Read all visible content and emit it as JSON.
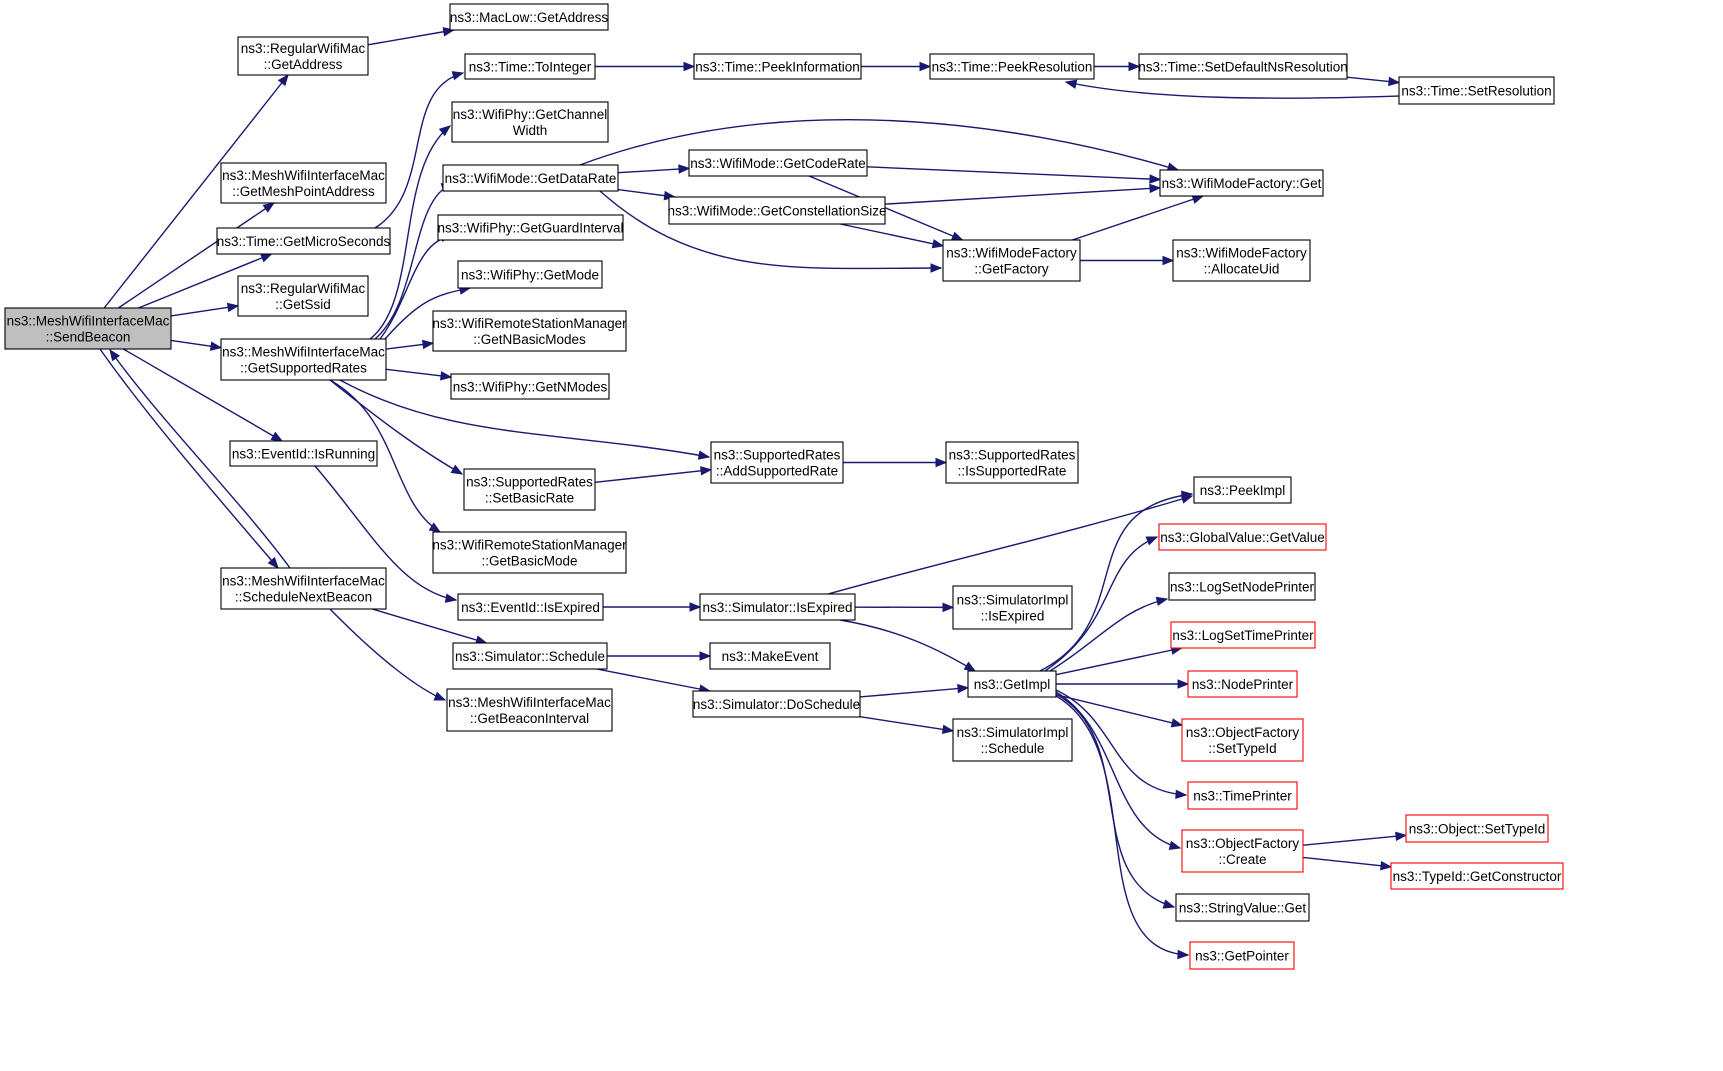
{
  "colors": {
    "edge": "#191970",
    "root_fill": "#bfbfbf",
    "truncated_border": "#ff0000",
    "border": "#000000"
  },
  "nodes": [
    {
      "id": "send_beacon",
      "lines": [
        "ns3::MeshWifiInterfaceMac",
        "::SendBeacon"
      ],
      "root": true
    },
    {
      "id": "rwm_getaddress",
      "lines": [
        "ns3::RegularWifiMac",
        "::GetAddress"
      ]
    },
    {
      "id": "maclow_getaddress",
      "lines": [
        "ns3::MacLow::GetAddress"
      ]
    },
    {
      "id": "mwim_getmeshpointaddress",
      "lines": [
        "ns3::MeshWifiInterfaceMac",
        "::GetMeshPointAddress"
      ]
    },
    {
      "id": "time_getmicroseconds",
      "lines": [
        "ns3::Time::GetMicroSeconds"
      ]
    },
    {
      "id": "rwm_getssid",
      "lines": [
        "ns3::RegularWifiMac",
        "::GetSsid"
      ]
    },
    {
      "id": "mwim_getsupportedrates",
      "lines": [
        "ns3::MeshWifiInterfaceMac",
        "::GetSupportedRates"
      ]
    },
    {
      "id": "eventid_isrunning",
      "lines": [
        "ns3::EventId::IsRunning"
      ]
    },
    {
      "id": "mwim_schedulenextbeacon",
      "lines": [
        "ns3::MeshWifiInterfaceMac",
        "::ScheduleNextBeacon"
      ]
    },
    {
      "id": "time_tointeger",
      "lines": [
        "ns3::Time::ToInteger"
      ]
    },
    {
      "id": "time_peekinformation",
      "lines": [
        "ns3::Time::PeekInformation"
      ]
    },
    {
      "id": "time_peekresolution",
      "lines": [
        "ns3::Time::PeekResolution"
      ]
    },
    {
      "id": "time_setdefaultnsresolution",
      "lines": [
        "ns3::Time::SetDefaultNsResolution"
      ]
    },
    {
      "id": "time_setresolution",
      "lines": [
        "ns3::Time::SetResolution"
      ]
    },
    {
      "id": "wifiphy_getchannelwidth",
      "lines": [
        "ns3::WifiPhy::GetChannel",
        "Width"
      ]
    },
    {
      "id": "wifimode_getdatarate",
      "lines": [
        "ns3::WifiMode::GetDataRate"
      ]
    },
    {
      "id": "wifimode_getcoderate",
      "lines": [
        "ns3::WifiMode::GetCodeRate"
      ]
    },
    {
      "id": "wifimode_getconstellationsize",
      "lines": [
        "ns3::WifiMode::GetConstellationSize"
      ]
    },
    {
      "id": "wifimodefactory_get",
      "lines": [
        "ns3::WifiModeFactory::Get"
      ]
    },
    {
      "id": "wifimodefactory_getfactory",
      "lines": [
        "ns3::WifiModeFactory",
        "::GetFactory"
      ]
    },
    {
      "id": "wifimodefactory_allocateuid",
      "lines": [
        "ns3::WifiModeFactory",
        "::AllocateUid"
      ]
    },
    {
      "id": "wifiphy_getguardinterval",
      "lines": [
        "ns3::WifiPhy::GetGuardInterval"
      ]
    },
    {
      "id": "wifiphy_getmode",
      "lines": [
        "ns3::WifiPhy::GetMode"
      ]
    },
    {
      "id": "wrsm_getnbasicmodes",
      "lines": [
        "ns3::WifiRemoteStationManager",
        "::GetNBasicModes"
      ]
    },
    {
      "id": "wifiphy_getnmodes",
      "lines": [
        "ns3::WifiPhy::GetNModes"
      ]
    },
    {
      "id": "sr_addsupportedrate",
      "lines": [
        "ns3::SupportedRates",
        "::AddSupportedRate"
      ]
    },
    {
      "id": "sr_issupportedrate",
      "lines": [
        "ns3::SupportedRates",
        "::IsSupportedRate"
      ]
    },
    {
      "id": "sr_setbasicrate",
      "lines": [
        "ns3::SupportedRates",
        "::SetBasicRate"
      ]
    },
    {
      "id": "wrsm_getbasicmode",
      "lines": [
        "ns3::WifiRemoteStationManager",
        "::GetBasicMode"
      ]
    },
    {
      "id": "eventid_isexpired",
      "lines": [
        "ns3::EventId::IsExpired"
      ]
    },
    {
      "id": "simulator_isexpired",
      "lines": [
        "ns3::Simulator::IsExpired"
      ]
    },
    {
      "id": "simimpl_isexpired",
      "lines": [
        "ns3::SimulatorImpl",
        "::IsExpired"
      ]
    },
    {
      "id": "simulator_schedule",
      "lines": [
        "ns3::Simulator::Schedule"
      ]
    },
    {
      "id": "makeevent",
      "lines": [
        "ns3::MakeEvent"
      ]
    },
    {
      "id": "simulator_doschedule",
      "lines": [
        "ns3::Simulator::DoSchedule"
      ]
    },
    {
      "id": "mwim_getbeaconinterval",
      "lines": [
        "ns3::MeshWifiInterfaceMac",
        "::GetBeaconInterval"
      ]
    },
    {
      "id": "simimpl_schedule",
      "lines": [
        "ns3::SimulatorImpl",
        "::Schedule"
      ]
    },
    {
      "id": "getimpl",
      "lines": [
        "ns3::GetImpl"
      ]
    },
    {
      "id": "peekimpl",
      "lines": [
        "ns3::PeekImpl"
      ]
    },
    {
      "id": "globalvalue_getvalue",
      "lines": [
        "ns3::GlobalValue::GetValue"
      ],
      "truncated": true
    },
    {
      "id": "logsetnodeprinter",
      "lines": [
        "ns3::LogSetNodePrinter"
      ]
    },
    {
      "id": "logsettimeprinter",
      "lines": [
        "ns3::LogSetTimePrinter"
      ],
      "truncated": true
    },
    {
      "id": "nodeprinter",
      "lines": [
        "ns3::NodePrinter"
      ],
      "truncated": true
    },
    {
      "id": "objectfactory_settypeid",
      "lines": [
        "ns3::ObjectFactory",
        "::SetTypeId"
      ],
      "truncated": true
    },
    {
      "id": "timeprinter",
      "lines": [
        "ns3::TimePrinter"
      ],
      "truncated": true
    },
    {
      "id": "objectfactory_create",
      "lines": [
        "ns3::ObjectFactory",
        "::Create"
      ],
      "truncated": true
    },
    {
      "id": "object_settypeid",
      "lines": [
        "ns3::Object::SetTypeId"
      ],
      "truncated": true
    },
    {
      "id": "typeid_getconstructor",
      "lines": [
        "ns3::TypeId::GetConstructor"
      ],
      "truncated": true
    },
    {
      "id": "stringvalue_get",
      "lines": [
        "ns3::StringValue::Get"
      ]
    },
    {
      "id": "getpointer",
      "lines": [
        "ns3::GetPointer"
      ],
      "truncated": true
    }
  ],
  "edges": [
    [
      "send_beacon",
      "rwm_getaddress"
    ],
    [
      "send_beacon",
      "mwim_getmeshpointaddress"
    ],
    [
      "send_beacon",
      "time_getmicroseconds"
    ],
    [
      "send_beacon",
      "rwm_getssid"
    ],
    [
      "send_beacon",
      "mwim_getsupportedrates"
    ],
    [
      "send_beacon",
      "eventid_isrunning"
    ],
    [
      "send_beacon",
      "mwim_schedulenextbeacon"
    ],
    [
      "rwm_getaddress",
      "maclow_getaddress"
    ],
    [
      "time_getmicroseconds",
      "time_tointeger"
    ],
    [
      "time_tointeger",
      "time_peekinformation"
    ],
    [
      "time_peekinformation",
      "time_peekresolution"
    ],
    [
      "time_peekresolution",
      "time_setdefaultnsresolution"
    ],
    [
      "time_setdefaultnsresolution",
      "time_setresolution"
    ],
    [
      "time_setresolution",
      "time_peekresolution"
    ],
    [
      "mwim_getsupportedrates",
      "wifiphy_getchannelwidth"
    ],
    [
      "mwim_getsupportedrates",
      "wifimode_getdatarate"
    ],
    [
      "mwim_getsupportedrates",
      "wifiphy_getguardinterval"
    ],
    [
      "mwim_getsupportedrates",
      "wifiphy_getmode"
    ],
    [
      "mwim_getsupportedrates",
      "wrsm_getnbasicmodes"
    ],
    [
      "mwim_getsupportedrates",
      "wifiphy_getnmodes"
    ],
    [
      "mwim_getsupportedrates",
      "sr_addsupportedrate"
    ],
    [
      "mwim_getsupportedrates",
      "sr_setbasicrate"
    ],
    [
      "mwim_getsupportedrates",
      "wrsm_getbasicmode"
    ],
    [
      "wifimode_getdatarate",
      "wifimode_getcoderate"
    ],
    [
      "wifimode_getdatarate",
      "wifimode_getconstellationsize"
    ],
    [
      "wifimode_getdatarate",
      "wifimodefactory_get"
    ],
    [
      "wifimode_getdatarate",
      "wifimodefactory_getfactory"
    ],
    [
      "wifimode_getcoderate",
      "wifimodefactory_get"
    ],
    [
      "wifimode_getcoderate",
      "wifimodefactory_getfactory"
    ],
    [
      "wifimode_getconstellationsize",
      "wifimodefactory_get"
    ],
    [
      "wifimode_getconstellationsize",
      "wifimodefactory_getfactory"
    ],
    [
      "wifimodefactory_getfactory",
      "wifimodefactory_get"
    ],
    [
      "wifimodefactory_getfactory",
      "wifimodefactory_allocateuid"
    ],
    [
      "sr_setbasicrate",
      "sr_addsupportedrate"
    ],
    [
      "sr_addsupportedrate",
      "sr_issupportedrate"
    ],
    [
      "eventid_isrunning",
      "eventid_isexpired"
    ],
    [
      "eventid_isexpired",
      "simulator_isexpired"
    ],
    [
      "simulator_isexpired",
      "peekimpl"
    ],
    [
      "simulator_isexpired",
      "simimpl_isexpired"
    ],
    [
      "simulator_isexpired",
      "getimpl"
    ],
    [
      "mwim_schedulenextbeacon",
      "send_beacon"
    ],
    [
      "mwim_schedulenextbeacon",
      "simulator_schedule"
    ],
    [
      "mwim_schedulenextbeacon",
      "mwim_getbeaconinterval"
    ],
    [
      "simulator_schedule",
      "makeevent"
    ],
    [
      "simulator_schedule",
      "simulator_doschedule"
    ],
    [
      "simulator_doschedule",
      "getimpl"
    ],
    [
      "simulator_doschedule",
      "simimpl_schedule"
    ],
    [
      "getimpl",
      "peekimpl"
    ],
    [
      "getimpl",
      "globalvalue_getvalue"
    ],
    [
      "getimpl",
      "logsetnodeprinter"
    ],
    [
      "getimpl",
      "logsettimeprinter"
    ],
    [
      "getimpl",
      "nodeprinter"
    ],
    [
      "getimpl",
      "objectfactory_settypeid"
    ],
    [
      "getimpl",
      "timeprinter"
    ],
    [
      "getimpl",
      "objectfactory_create"
    ],
    [
      "getimpl",
      "stringvalue_get"
    ],
    [
      "getimpl",
      "getpointer"
    ],
    [
      "objectfactory_create",
      "object_settypeid"
    ],
    [
      "objectfactory_create",
      "typeid_getconstructor"
    ]
  ]
}
